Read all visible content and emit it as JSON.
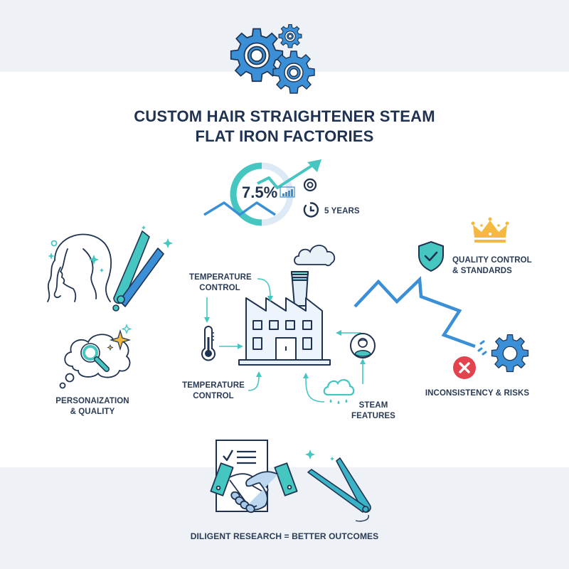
{
  "title": {
    "line1": "CUSTOM HAIR STRAIGHTENER STEAM",
    "line2": "FLAT IRON FACTORIES"
  },
  "growth": {
    "percentage": "7.5%",
    "duration": "5 YEARS",
    "icons": [
      "gears-icon",
      "donut-progress-icon",
      "trend-up-arrow-icon",
      "bar-chart-icon",
      "target-icon",
      "clock-icon"
    ]
  },
  "left": {
    "icons": [
      "woman-hair-profile-icon",
      "flat-iron-icon",
      "thought-bubble-icon",
      "magnifier-icon",
      "sparkle-icon"
    ],
    "label_line1": "PERSONAIZATION",
    "label_line2": "& QUALITY"
  },
  "center": {
    "icons": [
      "factory-icon",
      "smoke-cloud-icon",
      "thermometer-icon",
      "worker-avatar-icon",
      "steam-cloud-icon"
    ],
    "temp_top_line1": "TEMPERATURE",
    "temp_top_line2": "CONTROL",
    "temp_bottom_line1": "TEMPERATURE",
    "temp_bottom_line2": "CONTROL",
    "steam_line1": "STEAM",
    "steam_line2": "FEATURES"
  },
  "right": {
    "icons": [
      "crown-icon",
      "shield-check-icon",
      "zigzag-line-icon",
      "gear-icon",
      "error-x-icon"
    ],
    "quality_line1": "QUALITY CONTROL",
    "quality_line2": "& STANDARDS",
    "risk_label": "INCONSISTENCY & RISKS"
  },
  "bottom": {
    "icons": [
      "contract-document-icon",
      "handshake-icon",
      "flat-iron-icon"
    ],
    "caption": "DILIGENT RESEARCH = BETTER OUTCOMES"
  },
  "colors": {
    "navy": "#1f3350",
    "blue": "#3a8fd6",
    "teal": "#45c6c0",
    "gold": "#f5b942",
    "red": "#e2434d",
    "band": "#eef2f7"
  }
}
